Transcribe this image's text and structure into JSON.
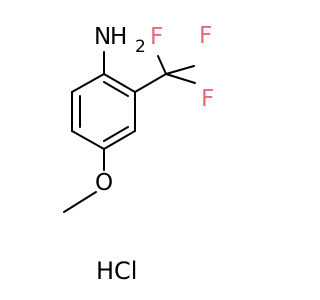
{
  "molecule": {
    "atoms": {
      "nh2_n": "N",
      "nh2_h": "H",
      "nh2_sub": "2",
      "f1": "F",
      "f2": "F",
      "f3": "F",
      "o": "O"
    },
    "salt": "HCl"
  },
  "colors": {
    "bond": "#000000",
    "nitrogen": "#000000",
    "oxygen": "#000000",
    "fluorine": "#e9677a",
    "salt": "#000000"
  }
}
